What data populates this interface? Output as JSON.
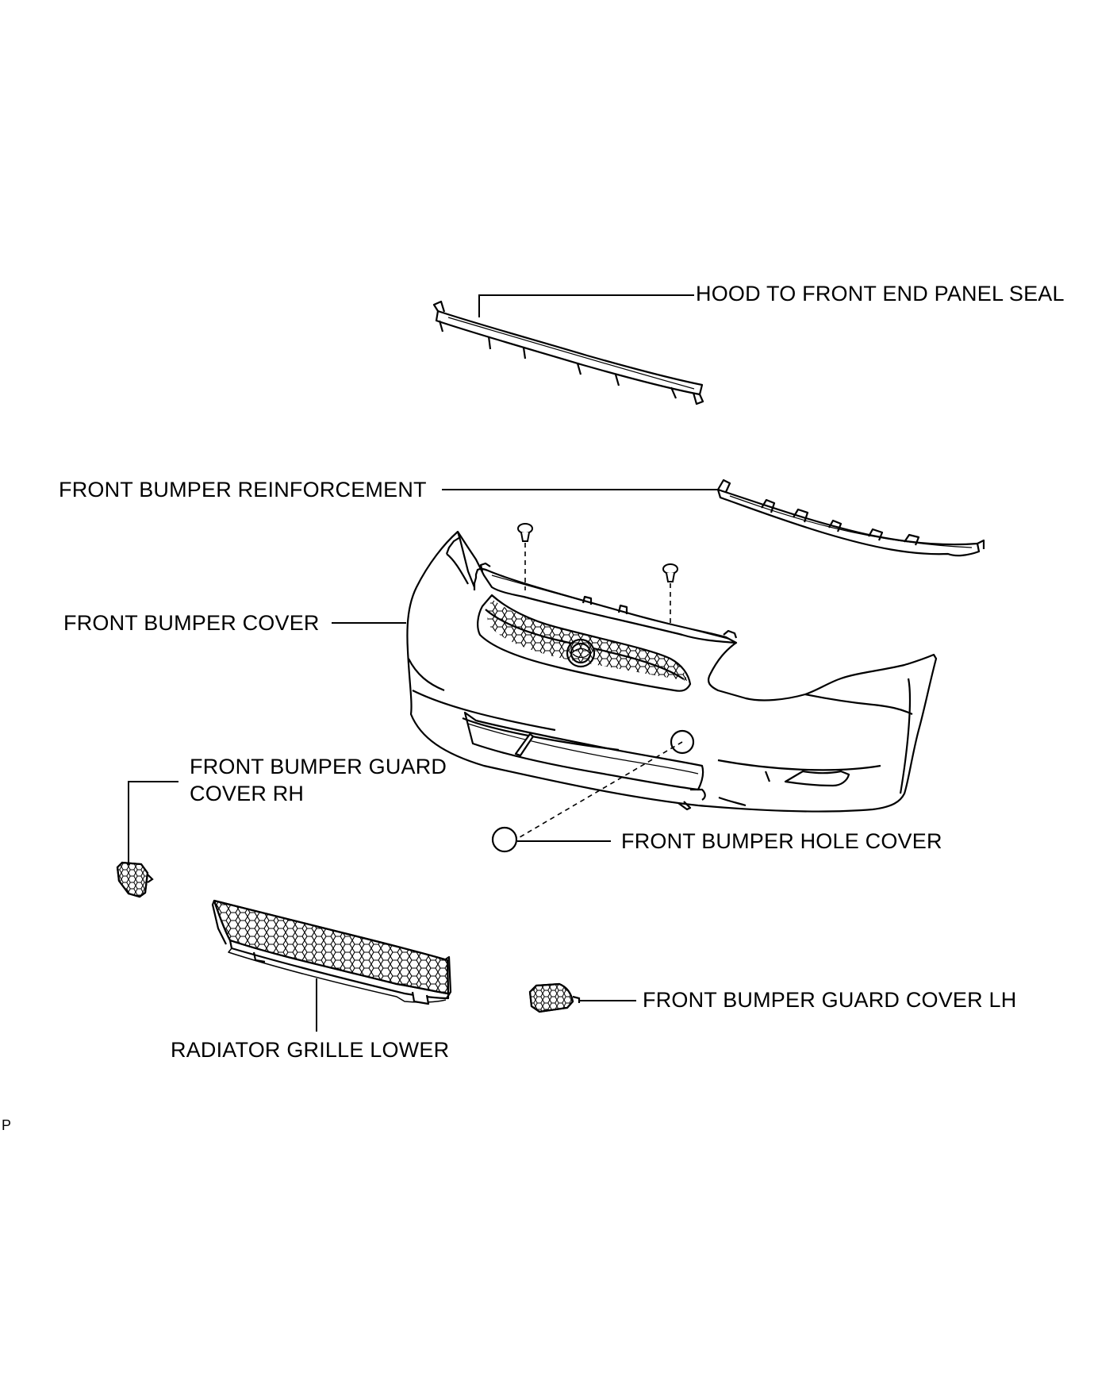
{
  "labels": {
    "hood_seal": "HOOD TO FRONT END PANEL SEAL",
    "reinforcement": "FRONT BUMPER REINFORCEMENT",
    "bumper_cover": "FRONT BUMPER COVER",
    "guard_cover_rh_line1": "FRONT BUMPER GUARD",
    "guard_cover_rh_line2": "COVER RH",
    "hole_cover": "FRONT BUMPER HOLE COVER",
    "guard_cover_lh": "FRONT BUMPER GUARD COVER LH",
    "radiator_grille_lower": "RADIATOR GRILLE LOWER"
  },
  "page_code": "P",
  "colors": {
    "line": "#000000",
    "background": "#ffffff"
  }
}
